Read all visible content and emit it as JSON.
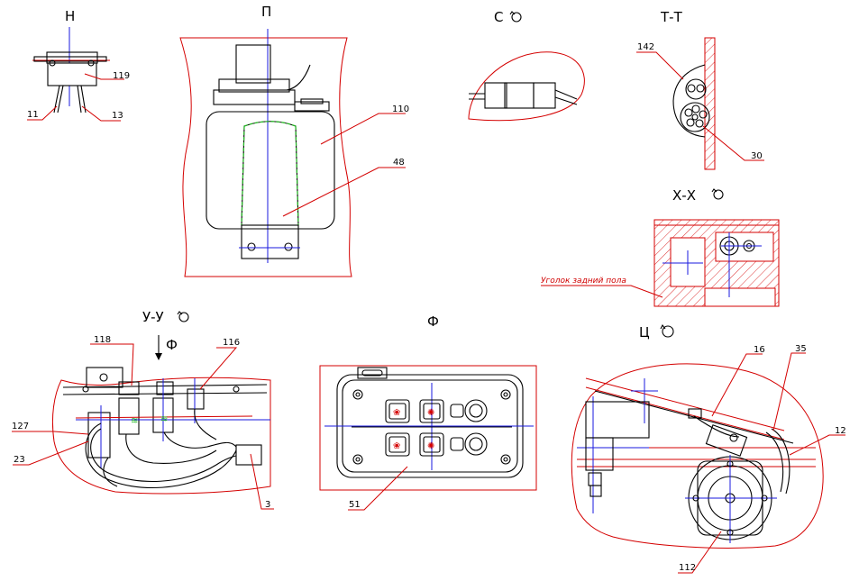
{
  "views": {
    "n": "Н",
    "p": "П",
    "s": "С",
    "tt": "Т-Т",
    "xx": "Х-Х",
    "uu": "У-У",
    "f": "Ф",
    "f_arrow": "Ф",
    "ts": "Ц"
  },
  "labels": {
    "l119": "119",
    "l11": "11",
    "l13": "13",
    "l110": "110",
    "l48": "48",
    "l142": "142",
    "l30": "30",
    "l118": "118",
    "l116": "116",
    "l127": "127",
    "l23": "23",
    "l3": "3",
    "l51": "51",
    "l16": "16",
    "l35": "35",
    "l12": "12",
    "l112": "112"
  },
  "notes": {
    "ugolok": "Уголок задний пола"
  },
  "colors": {
    "outline": "#000000",
    "leader": "#d40000",
    "axis": "#1a1adf",
    "wire": "#22bb22"
  },
  "icons": {
    "rotation": "rotation-circle-icon",
    "view_arrow": "view-direction-arrow-icon"
  }
}
